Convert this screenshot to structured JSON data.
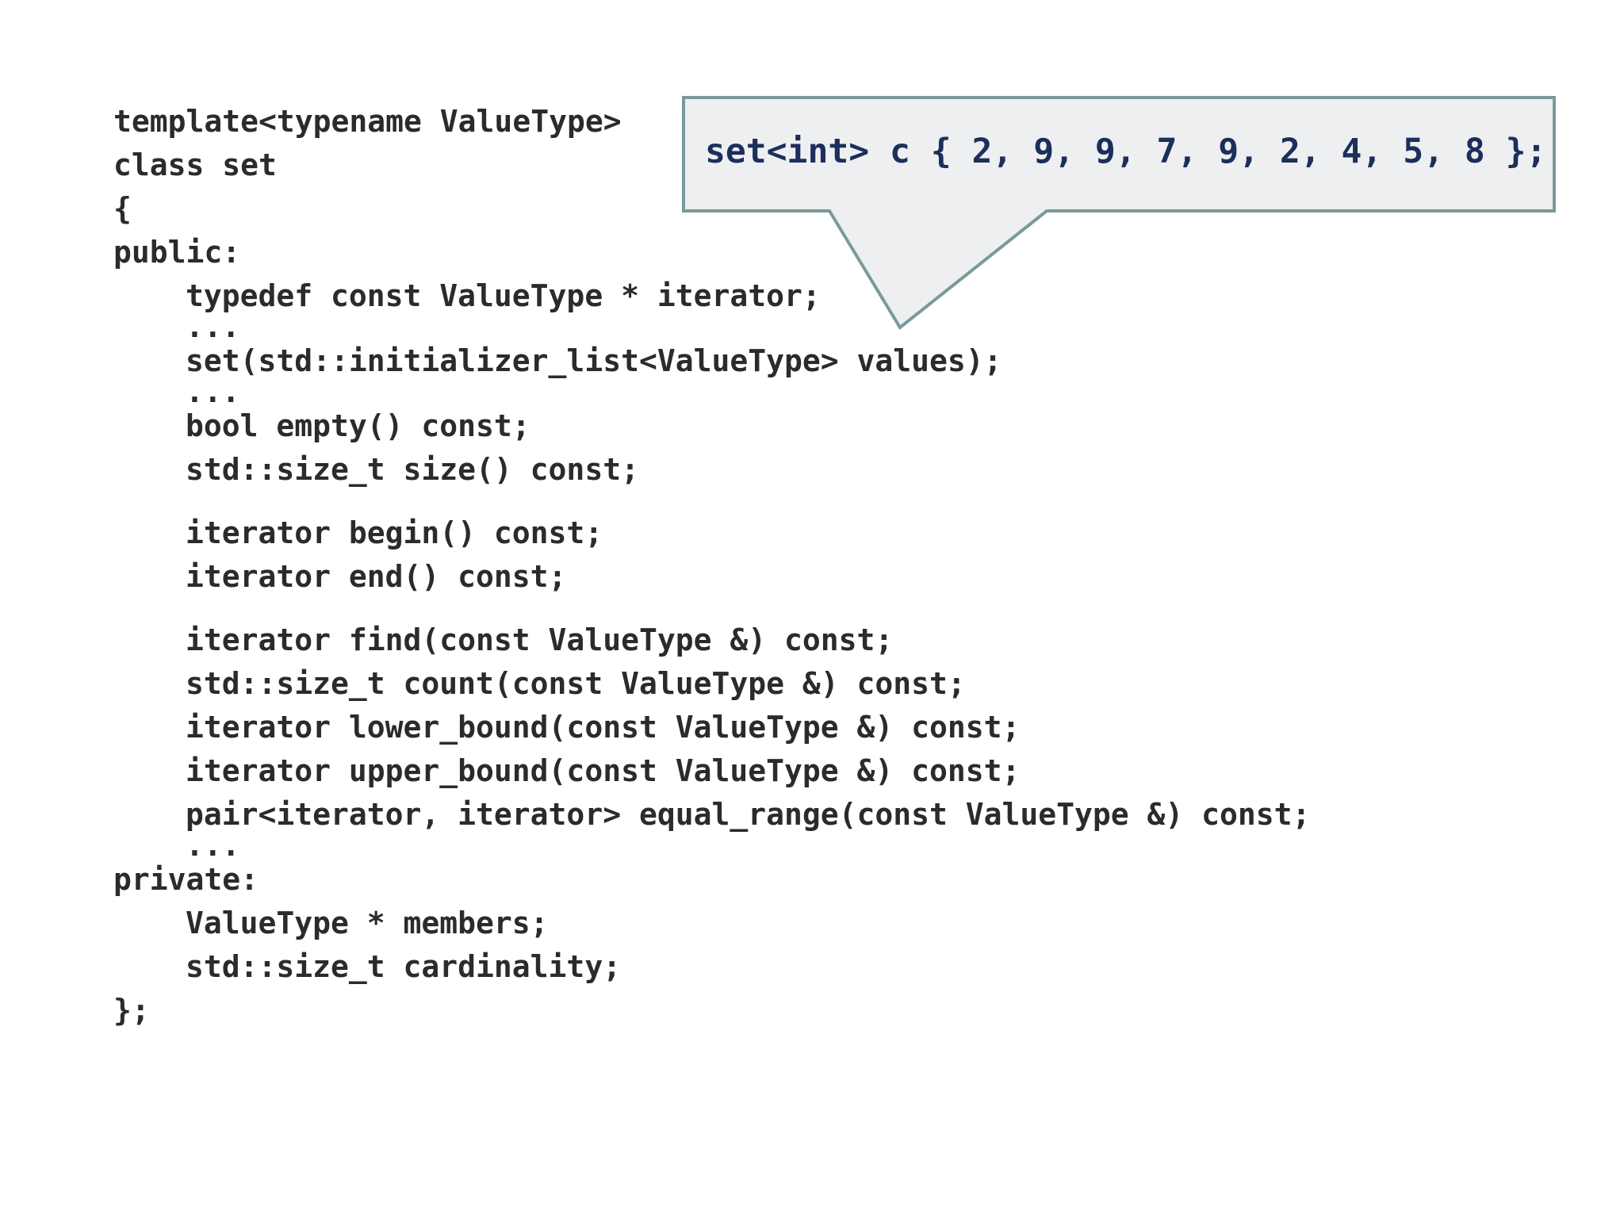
{
  "code": {
    "lines": [
      "template<typename ValueType>",
      "class set",
      "{",
      "public:",
      "typedef const ValueType * iterator;",
      "...",
      "set(std::initializer_list<ValueType> values);",
      "...",
      "bool empty() const;",
      "std::size_t size() const;",
      "iterator begin() const;",
      "iterator end() const;",
      "iterator find(const ValueType &) const;",
      "std::size_t count(const ValueType &) const;",
      "iterator lower_bound(const ValueType &) const;",
      "iterator upper_bound(const ValueType &) const;",
      "pair<iterator, iterator> equal_range(const ValueType &) const;",
      "...",
      "private:",
      "ValueType * members;",
      "std::size_t cardinality;",
      "};"
    ]
  },
  "callout": {
    "text": "set<int> c { 2, 9, 9, 7, 9, 2, 4, 5, 8 };"
  },
  "colors": {
    "code_text": "#2b2b2b",
    "callout_text": "#1c2e5c",
    "callout_fill": "#eeeff1",
    "callout_border": "#7a9a99"
  }
}
